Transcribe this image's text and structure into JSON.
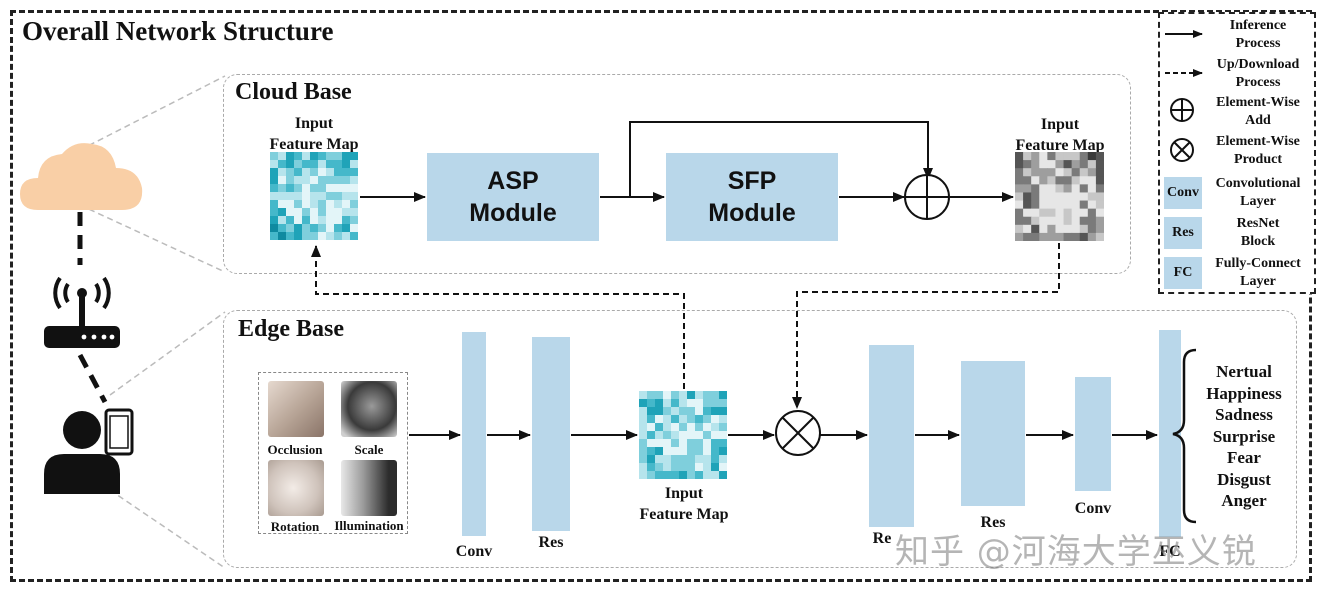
{
  "title": "Overall Network Structure",
  "cloud": {
    "title": "Cloud Base",
    "input_label": "Input\nFeature Map",
    "asp_label": "ASP\nModule",
    "sfp_label": "SFP\nModule",
    "output_label": "Input\nFeature Map"
  },
  "edge": {
    "title": "Edge Base",
    "images": {
      "occlusion": "Occlusion",
      "scale": "Scale",
      "rotation": "Rotation",
      "illumination": "Illumination"
    },
    "conv1_label": "Conv",
    "res1_label": "Res",
    "feature_label": "Input\nFeature Map",
    "res2_label": "Re",
    "res3_label": "Res",
    "conv2_label": "Conv",
    "fc_label": "FC",
    "emotions": [
      "Nertual",
      "Happiness",
      "Sadness",
      "Surprise",
      "Fear",
      "Disgust",
      "Anger"
    ]
  },
  "legend": {
    "inference": "Inference\nProcess",
    "updown": "Up/Download\nProcess",
    "add": "Element-Wise\nAdd",
    "product": "Element-Wise\nProduct",
    "conv_tag": "Conv",
    "conv_desc": "Convolutional\nLayer",
    "res_tag": "Res",
    "res_desc": "ResNet\nBlock",
    "fc_tag": "FC",
    "fc_desc": "Fully-Connect\nLayer"
  },
  "watermark": "知乎 @河海大学巫义锐",
  "colors": {
    "module_fill": "#b9d7ea",
    "teal_map": "#1fa3b8",
    "gray_map": "#555555"
  }
}
